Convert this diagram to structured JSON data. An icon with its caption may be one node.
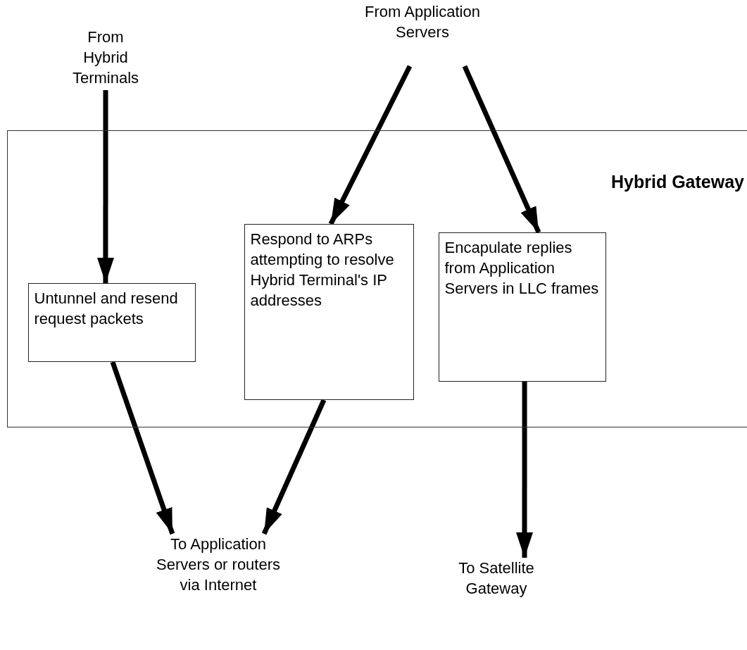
{
  "diagram": {
    "nodes": [
      {
        "text": [
          "Hybrid Gateway"
        ]
      },
      {
        "text": [
          "From Hybrid Terminals"
        ]
      },
      {
        "text": [
          "From Application Servers"
        ]
      },
      {
        "text": [
          "Untunnel and resend request packets"
        ],
        "in": 0
      },
      {
        "text": [
          "Respond to ARPs attempting to resolve Hybrid Terminal's IP addresses"
        ],
        "in": 0
      },
      {
        "text": [
          "Encapulate replies from Application Servers in LLC frames"
        ],
        "in": 0
      },
      {
        "text": [
          "To Application Servers or routers via Internet"
        ]
      },
      {
        "text": [
          "To Satellite Gateway"
        ]
      }
    ],
    "edges": [
      {
        "from": 1,
        "to": 3,
        "arrow": "to"
      },
      {
        "from": 2,
        "to": 4,
        "arrow": "to"
      },
      {
        "from": 2,
        "to": 5,
        "arrow": "to"
      },
      {
        "from": 3,
        "to": 6,
        "arrow": "to"
      },
      {
        "from": 4,
        "to": 6,
        "arrow": "to"
      },
      {
        "from": 5,
        "to": 7,
        "arrow": "to"
      }
    ]
  }
}
